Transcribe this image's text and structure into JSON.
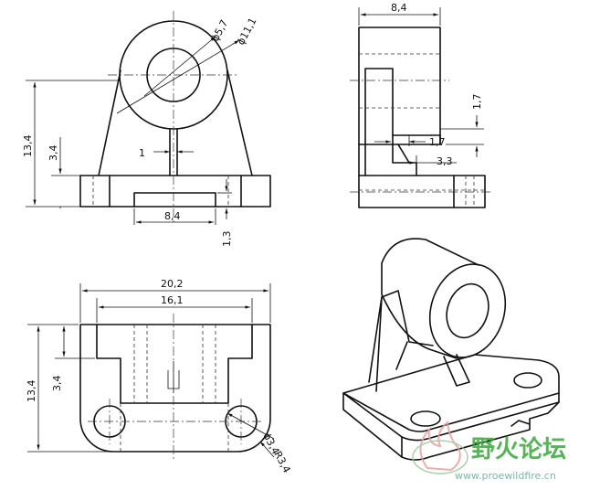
{
  "front_view": {
    "dim_d57": "ϕ5,7",
    "dim_d111": "ϕ11,1",
    "dim_134": "13,4",
    "dim_34": "3,4",
    "dim_1": "1",
    "dim_84": "8,4",
    "dim_13": "1,3"
  },
  "side_view": {
    "dim_84": "8,4",
    "dim_17a": "1,7",
    "dim_17b": "1,7",
    "dim_33": "3,3"
  },
  "top_view": {
    "dim_202": "20,2",
    "dim_161": "16,1",
    "dim_134": "13,4",
    "dim_34": "3,4",
    "dim_d34": "ϕ3,4",
    "dim_r34": "R3,4"
  },
  "watermark": {
    "title": "野火论坛",
    "url": "www.proewildfire.cn"
  }
}
